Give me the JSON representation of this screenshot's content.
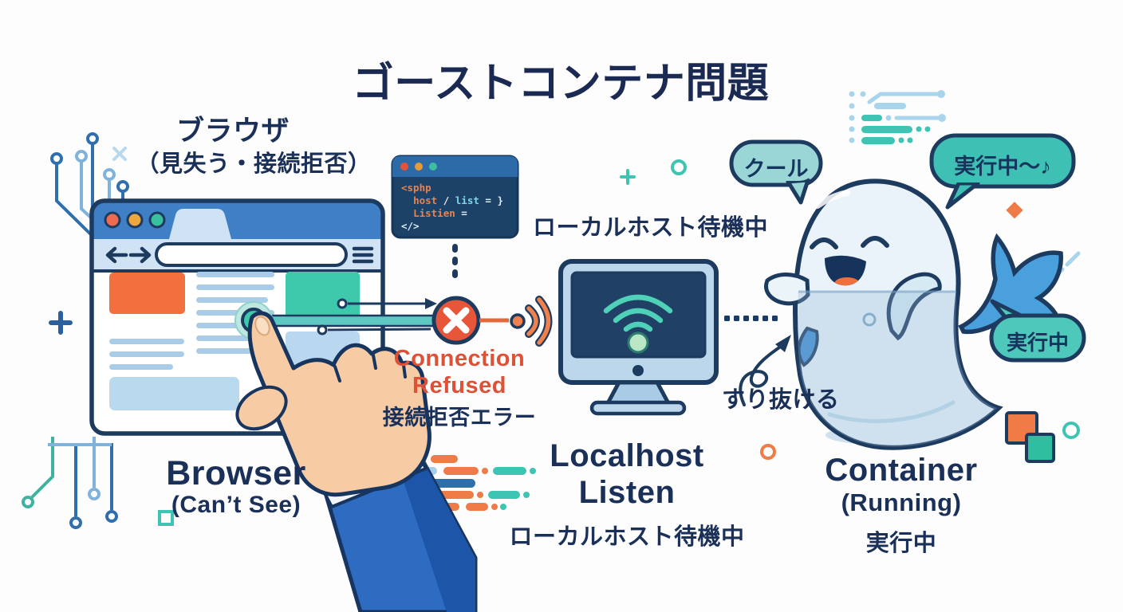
{
  "title": "ゴーストコンテナ問題",
  "browser": {
    "label_jp": "ブラウザ",
    "label_jp_sub": "（見失う・接続拒否）",
    "label_en": "Browser",
    "label_en_sub": "(Can’t See)"
  },
  "code_window": {
    "line1": "<sphp",
    "line2_a": "host ",
    "line2_b": "/ ",
    "line2_c": "list ",
    "line2_d": "= }",
    "line3_a": "Listien ",
    "line3_b": "=",
    "line4": "</>"
  },
  "error": {
    "line1": "Connection",
    "line2": "Refused",
    "jp": "接続拒否エラー"
  },
  "localhost": {
    "status_top_jp": "ローカルホスト待機中",
    "label_line1": "Localhost",
    "label_line2": "Listen",
    "label_jp": "ローカルホスト待機中"
  },
  "container": {
    "label": "Container",
    "sub": "(Running)",
    "jp": "実行中",
    "slip_jp": "すり抜ける"
  },
  "bubbles": {
    "cool": "クール",
    "running_song": "実行中〜♪",
    "running": "実行中"
  },
  "palette": {
    "navy": "#1b3059",
    "outline_navy": "#1d3a5f",
    "browser_bar_blue": "#3f7fc6",
    "light_blue": "#cfe3f5",
    "orange": "#ee6a3c",
    "error_red": "#e2543a",
    "teal": "#3ec9ac",
    "whale_blue": "#4aa0dd",
    "skin": "#f7cba3"
  },
  "icons": {
    "error_x": "✕",
    "music_note": "♪",
    "hamburger": "≡"
  }
}
